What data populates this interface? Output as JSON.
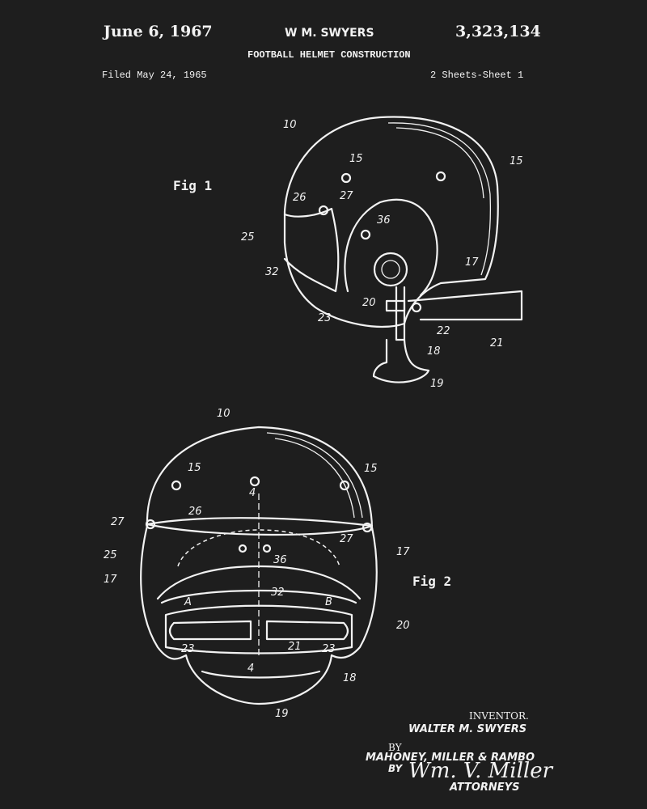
{
  "header": {
    "date": "June 6, 1967",
    "inventor_short": "W M. SWYERS",
    "patent_number": "3,323,134",
    "title": "FOOTBALL HELMET CONSTRUCTION",
    "filed": "Filed May 24, 1965",
    "sheets": "2 Sheets-Sheet 1"
  },
  "figures": {
    "fig1": {
      "label": "Fig 1",
      "refs": [
        "10",
        "15",
        "15",
        "26",
        "27",
        "25",
        "36",
        "32",
        "17",
        "20",
        "22",
        "23",
        "21",
        "18",
        "19"
      ]
    },
    "fig2": {
      "label": "Fig 2",
      "refs": [
        "10",
        "15",
        "15",
        "4",
        "27",
        "26",
        "27",
        "25",
        "36",
        "17",
        "17",
        "32",
        "A",
        "B",
        "20",
        "23",
        "21",
        "23",
        "4",
        "18",
        "19"
      ]
    }
  },
  "footer": {
    "inventor_label": "INVENTOR.",
    "inventor_name": "WALTER M. SWYERS",
    "by1": "BY",
    "firm": "MAHONEY, MILLER & RAMBO",
    "by2": "BY",
    "signature": "Wm. V. Miller",
    "attorneys": "ATTORNEYS"
  },
  "colors": {
    "background": "#1e1e1e",
    "ink": "#f2f2f2"
  }
}
